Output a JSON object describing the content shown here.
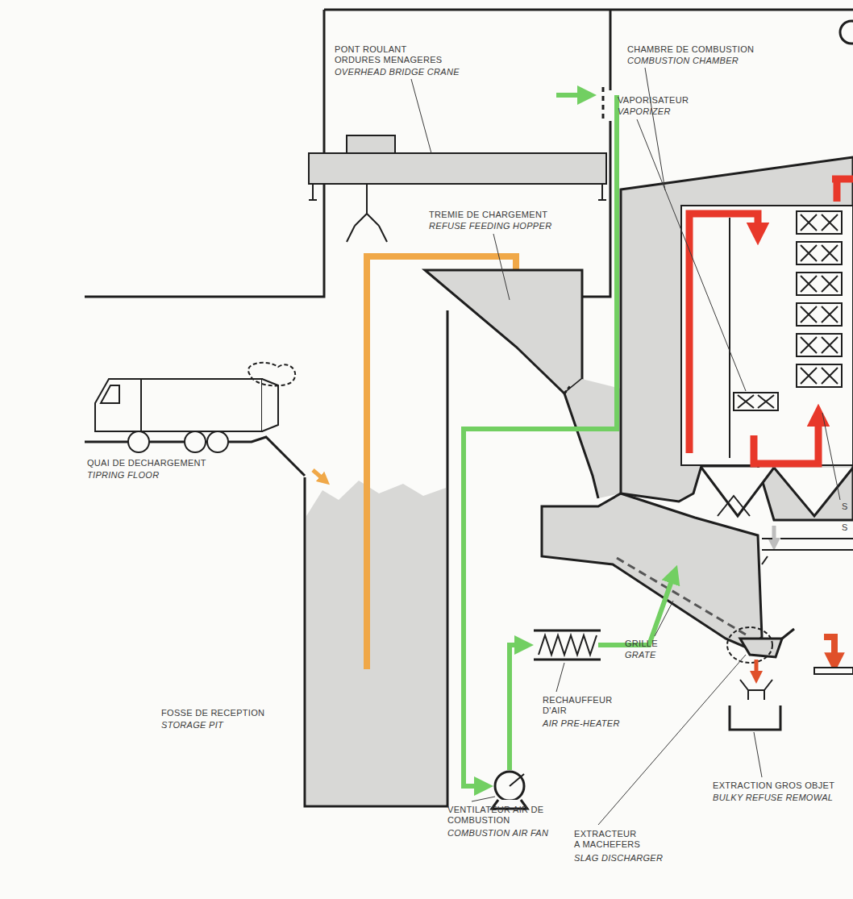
{
  "diagram": {
    "labels": [
      "PONT ROULANT ORDURES MENAGERES",
      "OVERHEAD BRIDGE CRANE",
      "CHAMBRE DE COMBUSTION",
      "COMBUSTION CHAMBER",
      "VAPORISATEUR",
      "VAPORIZER",
      "TREMIE DE CHARGEMENT",
      "REFUSE FEEDING HOPPER",
      "QUAI DE DECHARGEMENT",
      "TIPRING FLOOR",
      "GRILLE",
      "GRATE",
      "RECHAUFFEUR D'AIR",
      "AIR PRE-HEATER",
      "FOSSE DE RECEPTION",
      "STORAGE PIT",
      "VENTILATEUR AIR DE COMBUSTION",
      "COMBUSTION AIR FAN",
      "EXTRACTION GROS OBJET",
      "BULKY REFUSE REMOWAL",
      "EXTRACTEUR A MACHEFERS",
      "SLAG DISCHARGER",
      "S",
      "S"
    ]
  }
}
